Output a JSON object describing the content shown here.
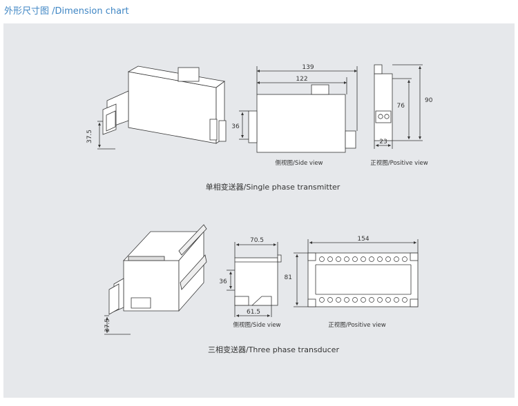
{
  "header": {
    "title": "外形尺寸图 /Dimension chart"
  },
  "single_phase": {
    "caption": "单相变送器/Single phase transmitter",
    "iso": {
      "dim_375": "37.5"
    },
    "side": {
      "width_139": "139",
      "width_122": "122",
      "height_36": "36",
      "caption": "侧视图/Side view"
    },
    "front": {
      "height_90": "90",
      "height_76": "76",
      "width_23": "23",
      "caption": "正视图/Positive view"
    }
  },
  "three_phase": {
    "caption": "三相变送器/Three phase transducer",
    "iso": {
      "dim_375": "37.5"
    },
    "side": {
      "width_705": "70.5",
      "height_36": "36",
      "width_615": "61.5",
      "caption": "侧视图/Side view"
    },
    "front": {
      "width_154": "154",
      "height_81": "81",
      "caption": "正视图/Positive view"
    }
  }
}
